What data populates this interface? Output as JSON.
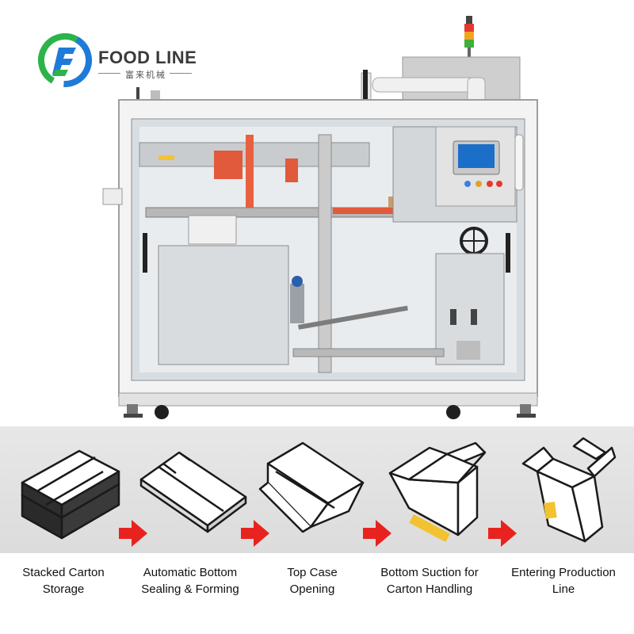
{
  "brand": {
    "name": "FOOD LINE",
    "subtitle": "富来机械",
    "colors": {
      "green": "#2cb34a",
      "blue": "#1f7bd8",
      "text": "#3a3a3a"
    }
  },
  "machine": {
    "icon": "carton-erector-machine-illustration"
  },
  "steps": [
    {
      "line1": "Stacked Carton",
      "line2": "Storage",
      "icon": "stacked-cartons-icon"
    },
    {
      "line1": "Automatic Bottom",
      "line2": "Sealing & Forming",
      "icon": "folded-carton-icon"
    },
    {
      "line1": "Top Case",
      "line2": "Opening",
      "icon": "half-open-carton-icon"
    },
    {
      "line1": "Bottom Suction for",
      "line2": "Carton Handling",
      "icon": "carton-suction-icon"
    },
    {
      "line1": "Entering Production",
      "line2": "Line",
      "icon": "open-carton-icon"
    }
  ],
  "arrow_color": "#e8231f"
}
